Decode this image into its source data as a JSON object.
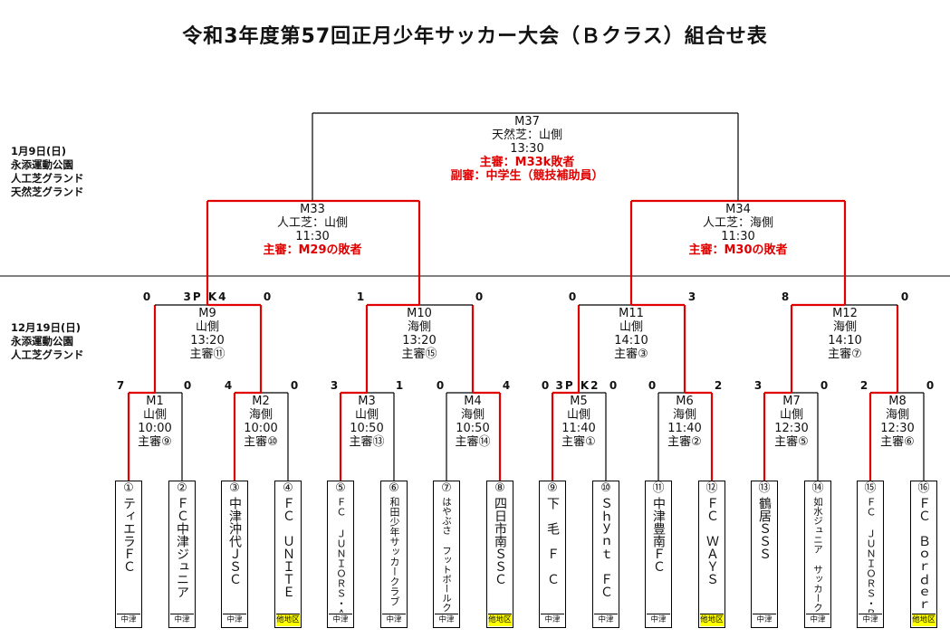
{
  "title": "令和3年度第57回正月少年サッカー大会（Ｂクラス）組合せ表",
  "venues": {
    "jan9": [
      "1月9日(日)",
      "永添運動公園",
      "人工芝グランド",
      "天然芝グランド"
    ],
    "dec19": [
      "12月19日(日)",
      "永添運動公園",
      "人工芝グランド"
    ]
  },
  "matches": {
    "m37": {
      "id": "M37",
      "place": "天然芝：山側",
      "time": "13:30",
      "ref": "主審：M33k敗者",
      "ref2": "副審：中学生（競技補助員）"
    },
    "m33": {
      "id": "M33",
      "place": "人工芝：山側",
      "time": "11:30",
      "ref": "主審：M29の敗者"
    },
    "m34": {
      "id": "M34",
      "place": "人工芝：海側",
      "time": "11:30",
      "ref": "主審：M30の敗者"
    },
    "m9": {
      "id": "M9",
      "place": "山側",
      "time": "13:20",
      "ref": "主審⑪",
      "score_l": "0",
      "score_r": "0",
      "pk": "3P K4"
    },
    "m10": {
      "id": "M10",
      "place": "海側",
      "time": "13:20",
      "ref": "主審⑮",
      "score_l": "1",
      "score_r": "0"
    },
    "m11": {
      "id": "M11",
      "place": "山側",
      "time": "14:10",
      "ref": "主審③",
      "score_l": "0",
      "score_r": "3"
    },
    "m12": {
      "id": "M12",
      "place": "海側",
      "time": "14:10",
      "ref": "主審⑦",
      "score_l": "8",
      "score_r": "0"
    },
    "m1": {
      "id": "M1",
      "place": "山側",
      "time": "10:00",
      "ref": "主審⑨",
      "score_l": "7",
      "score_r": "0"
    },
    "m2": {
      "id": "M2",
      "place": "海側",
      "time": "10:00",
      "ref": "主審⑩",
      "score_l": "4",
      "score_r": "0"
    },
    "m3": {
      "id": "M3",
      "place": "山側",
      "time": "10:50",
      "ref": "主審⑬",
      "score_l": "3",
      "score_r": "1"
    },
    "m4": {
      "id": "M4",
      "place": "海側",
      "time": "10:50",
      "ref": "主審⑭",
      "score_l": "0",
      "score_r": "4"
    },
    "m5": {
      "id": "M5",
      "place": "山側",
      "time": "11:40",
      "ref": "主審①",
      "score_l": "0",
      "score_r": "0",
      "pk": "3P K2"
    },
    "m6": {
      "id": "M6",
      "place": "海側",
      "time": "11:40",
      "ref": "主審②",
      "score_l": "0",
      "score_r": "2"
    },
    "m7": {
      "id": "M7",
      "place": "山側",
      "time": "12:30",
      "ref": "主審⑤",
      "score_l": "3",
      "score_r": "0"
    },
    "m8": {
      "id": "M8",
      "place": "海側",
      "time": "12:30",
      "ref": "主審⑥",
      "score_l": "2",
      "score_r": "0"
    }
  },
  "teams": [
    {
      "num": "①",
      "name": "ティエラＦＣ",
      "area": "中津"
    },
    {
      "num": "②",
      "name": "ＦＣ中津ジュニア",
      "area": "中津"
    },
    {
      "num": "③",
      "name": "中津沖代ＪＳＣ",
      "area": "中津"
    },
    {
      "num": "④",
      "name": "ＦＣ　ＵＮＩＴＥ",
      "area": "他地区"
    },
    {
      "num": "⑤",
      "name": "ＦＣ ＪＵＮＩＯＲＳ・Ａ",
      "area": "中津"
    },
    {
      "num": "⑥",
      "name": "和田少年サッカークラブ",
      "area": "中津"
    },
    {
      "num": "⑦",
      "name": "はやぶさ フットボールクラブ",
      "area": "中津"
    },
    {
      "num": "⑧",
      "name": "四日市南ＳＳＣ",
      "area": "他地区"
    },
    {
      "num": "⑨",
      "name": "下　毛　Ｆ　Ｃ",
      "area": "中津"
    },
    {
      "num": "⑩",
      "name": "Ｓｈｙｎｔ　ＦＣ",
      "area": "中津"
    },
    {
      "num": "⑪",
      "name": "中津豊南ＦＣ",
      "area": "中津"
    },
    {
      "num": "⑫",
      "name": "ＦＣ　ＷＡＹＳ",
      "area": "他地区"
    },
    {
      "num": "⑬",
      "name": "鶴居ＳＳＳ",
      "area": "中津"
    },
    {
      "num": "⑭",
      "name": "如水ジュニア サッカークラブ",
      "area": "中津"
    },
    {
      "num": "⑮",
      "name": "ＦＣ ＪＵＮＩＯＲＳ・Ｂ",
      "area": "中津"
    },
    {
      "num": "⑯",
      "name": "ＦＣ　Ｂｏｒｄｅｒ",
      "area": "他地区"
    }
  ],
  "colors": {
    "winner_line": "#e00000",
    "line": "#000000",
    "other_area": "#ffff00"
  }
}
